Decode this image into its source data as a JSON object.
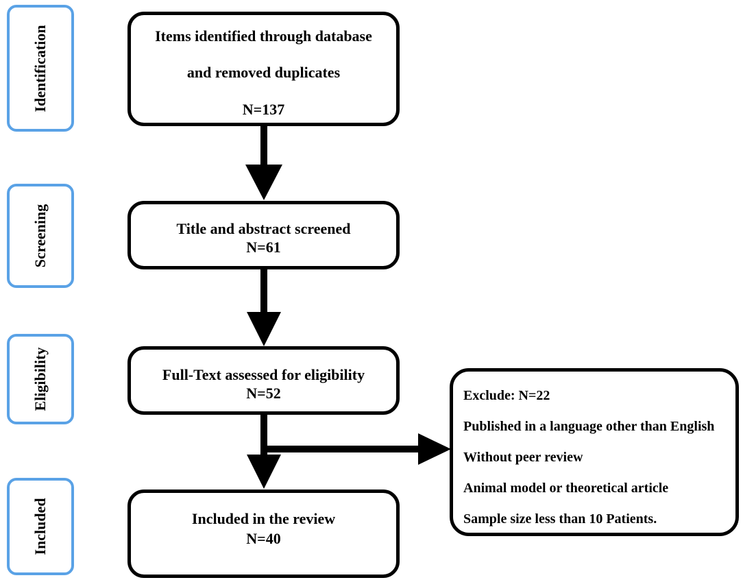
{
  "stages": {
    "identification": "Identification",
    "screening": "Screening",
    "eligibility": "Eligibility",
    "included": "Included"
  },
  "boxes": {
    "identified": {
      "line1": "Items identified through database",
      "line2": "and removed duplicates",
      "count": "N=137"
    },
    "screened": {
      "label": "Title and abstract screened",
      "count": "N=61"
    },
    "eligible": {
      "label": "Full-Text assessed for eligibility",
      "count": "N=52"
    },
    "included": {
      "label": "Included in the review",
      "count": "N=40"
    }
  },
  "exclusion": {
    "header": "Exclude: N=22",
    "reasons": [
      "Published in a language other than English",
      "Without peer review",
      "Animal model or theoretical article",
      "Sample size less than 10 Patients."
    ]
  },
  "colors": {
    "stage_border": "#5aa2e6",
    "box_border": "#000000",
    "arrow": "#000000"
  }
}
